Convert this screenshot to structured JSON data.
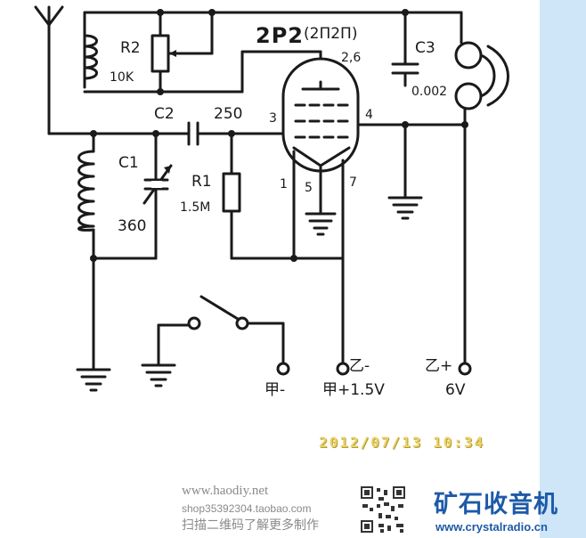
{
  "tube": {
    "name": "2P2",
    "alt_name": "(2П2П)",
    "pin_labels": [
      "2,6",
      "3",
      "4",
      "1",
      "5",
      "7"
    ]
  },
  "components": {
    "r2": {
      "name": "R2",
      "value": "10K"
    },
    "c1": {
      "name": "C1",
      "value": "360"
    },
    "c2": {
      "name": "C2",
      "value": "250"
    },
    "r1": {
      "name": "R1",
      "value": "1.5M"
    },
    "c3": {
      "name": "C3",
      "value": "0.002"
    }
  },
  "terminals": {
    "a_minus": "甲-",
    "b_minus": "乙-",
    "a_plus": "甲+1.5V",
    "b_plus": "乙+",
    "b_plus_voltage": "6V"
  },
  "timestamp": "2012/07/13  10:34",
  "watermark": {
    "site": "www.haodiy.net",
    "shop": "shop35392304.taobao.com",
    "scan_text": "扫描二维码了解更多制作",
    "brand": "矿石收音机",
    "brand_url": "www.crystalradio.cn"
  },
  "colors": {
    "ink": "#1a1a1a",
    "stamp": "#e9d36a",
    "brand": "#1d5aa8",
    "strip": "#cfe6f8"
  }
}
